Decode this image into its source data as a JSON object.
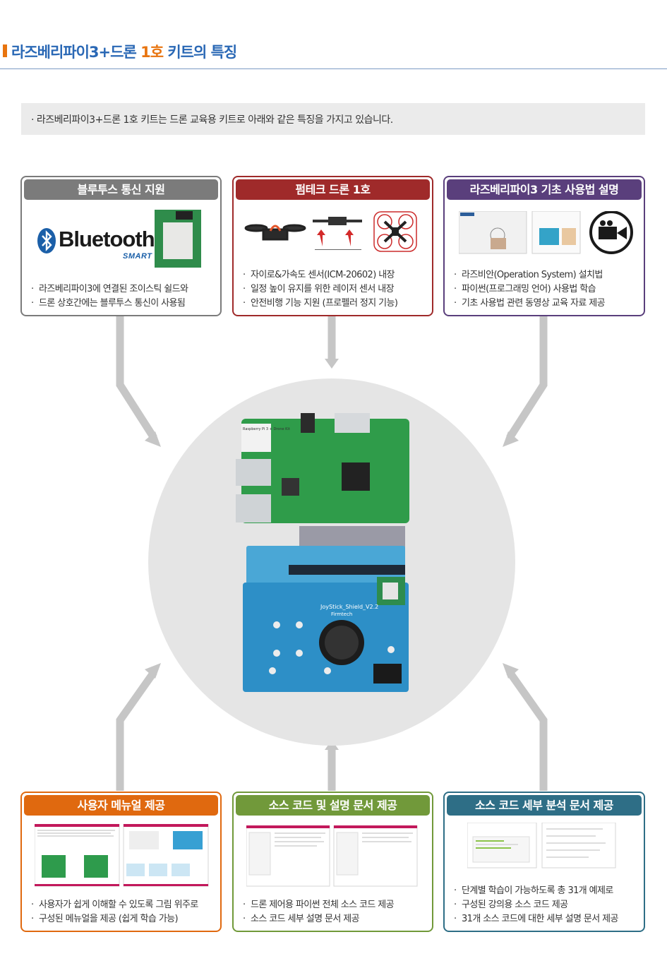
{
  "header": {
    "title_pre": "라즈베리파이3+드론 ",
    "title_highlight": "1호",
    "title_post": " 키트의 특징"
  },
  "intro": {
    "text": "· 라즈베리파이3+드론 1호 키트는 드론 교육용 키트로 아래와 같은 특징을 가지고 있습니다."
  },
  "cards": {
    "bluetooth": {
      "title": "블루투스 통신 지원",
      "logo_word": "Bluetooth",
      "logo_reg": "®",
      "logo_sub": "SMART",
      "items": [
        "라즈베리파이3에 연결된 조이스틱 쉴드와",
        "드론 상호간에는 블루투스 통신이 사용됨"
      ]
    },
    "drone": {
      "title": "펌테크 드론 1호",
      "items": [
        "자이로&가속도 센서(ICM-20602) 내장",
        "일정 높이 유지를 위한 레이저 센서 내장",
        "안전비행 기능 지원 (프로펠러 정지 기능)"
      ]
    },
    "raspberry": {
      "title": "라즈베리파이3 기초 사용법 설명",
      "items": [
        "라즈비안(Operation System) 설치법",
        "파이썬(프로그래밍 언어) 사용법 학습",
        "기초 사용법 관련 동영상 교육 자료 제공"
      ]
    },
    "manual": {
      "title": "사용자 메뉴얼 제공",
      "items": [
        "사용자가 쉽게 이해할 수 있도록 그림 위주로",
        "구성된 메뉴얼을 제공 (쉽게 학습 가능)"
      ]
    },
    "source": {
      "title": "소스 코드 및 설명 문서 제공",
      "items": [
        "드론 제어용 파이썬 전체 소스 코드 제공",
        "소스 코드 세부 설명 문서 제공"
      ]
    },
    "analysis": {
      "title": "소스 코드 세부 분석 문서 제공",
      "items": [
        "단계별 학습이 가능하도록 총 31개 예제로",
        "구성된 강의용 소스 코드 제공",
        "31개 소스 코드에 대한 세부 설명 문서 제공"
      ]
    }
  },
  "center": {
    "board_label": "Raspberry Pi 3 + Drone Kit",
    "shield_label": "JoyStick_Shield_V2.2",
    "brand": "Firmtech"
  },
  "colors": {
    "accent_orange": "#e8740f",
    "title_blue": "#2a68b5",
    "gray": "#7b7b7b",
    "red": "#9f2a2a",
    "purple": "#5a3f7c",
    "orange": "#e0690f",
    "green": "#71993a",
    "teal": "#2e6e86"
  }
}
